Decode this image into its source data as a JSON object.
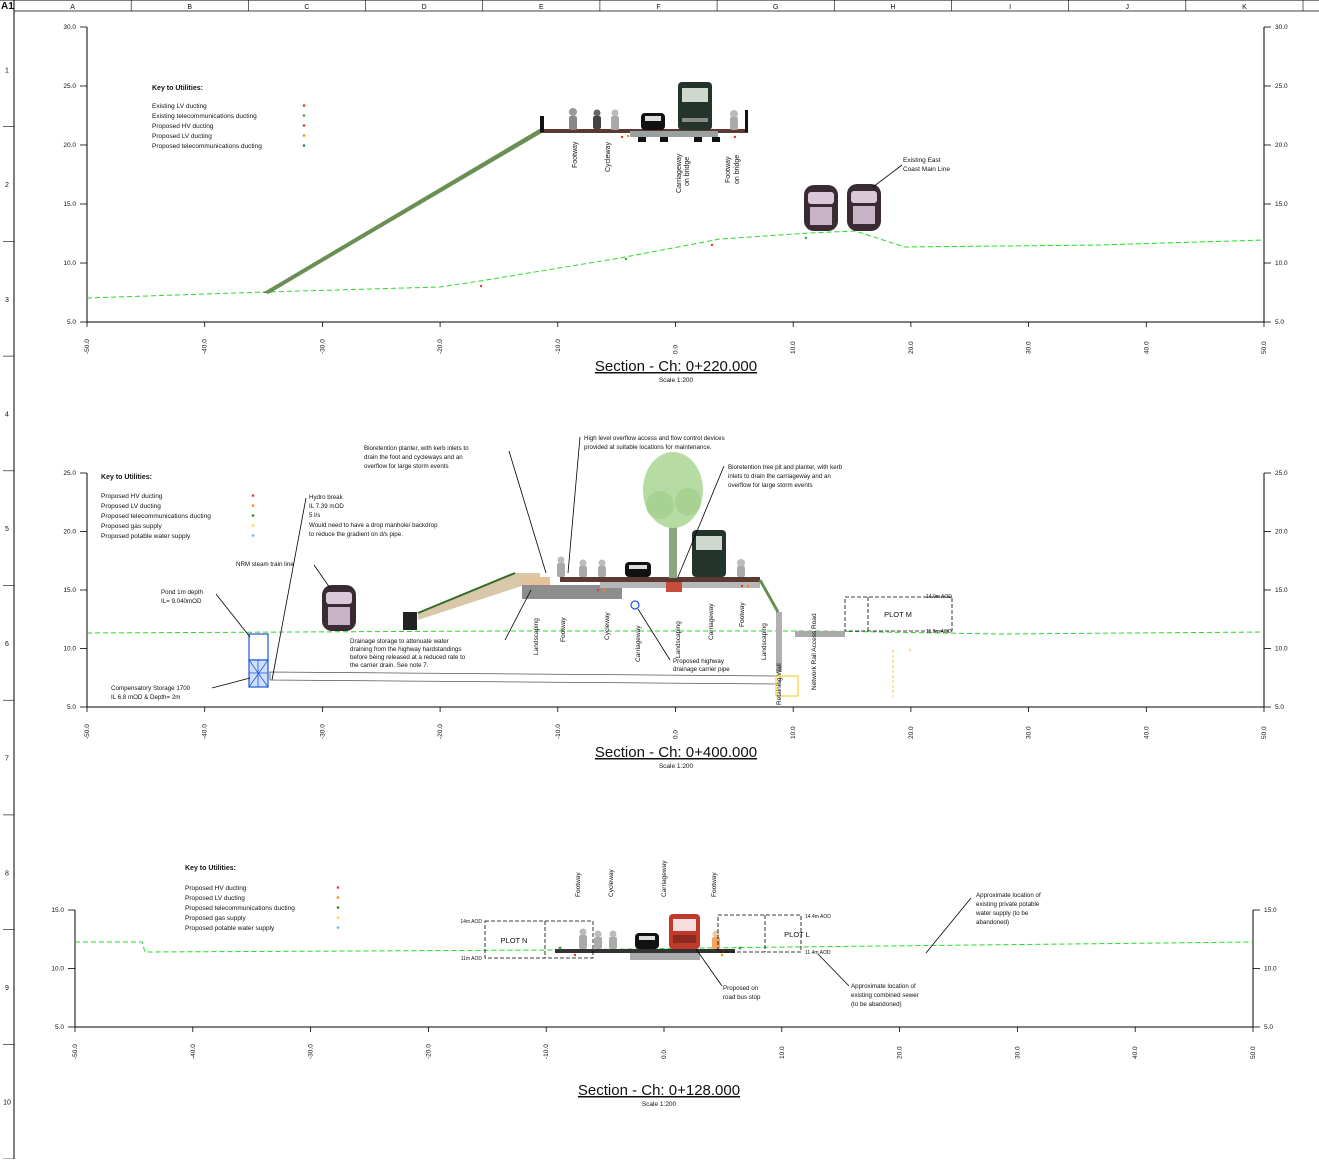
{
  "sheet": {
    "size_label": "A1",
    "columns": [
      "A",
      "B",
      "C",
      "D",
      "E",
      "F",
      "G",
      "H",
      "I",
      "J",
      "K"
    ],
    "rows": [
      "1",
      "2",
      "3",
      "4",
      "5",
      "6",
      "7",
      "8",
      "9",
      "10"
    ]
  },
  "sections": [
    {
      "title": "Section - Ch: 0+220.000",
      "scale": "Scale 1:200",
      "y_ticks": [
        "30.0",
        "25.0",
        "20.0",
        "15.0",
        "10.0",
        "5.0"
      ],
      "x_ticks": [
        "-50.0",
        "-40.0",
        "-30.0",
        "-20.0",
        "-10.0",
        "0.0",
        "10.0",
        "20.0",
        "30.0",
        "40.0",
        "50.0"
      ],
      "key": {
        "title": "Key to Utilities:",
        "items": [
          {
            "label": "Existing LV ducting",
            "color": "#e53935"
          },
          {
            "label": "Existing telecommunications ducting",
            "color": "#43a047"
          },
          {
            "label": "Proposed HV ducting",
            "color": "#e53935"
          },
          {
            "label": "Proposed LV ducting",
            "color": "#fb8c00"
          },
          {
            "label": "Proposed telecommunications ducting",
            "color": "#2e7d32"
          }
        ]
      },
      "labels": {
        "footway": "Footway",
        "cycleway": "Cycleway",
        "carriageway": [
          "Carriageway",
          "on bridge"
        ],
        "footway_bridge": [
          "Footway",
          "on bridge"
        ],
        "ecml": [
          "Existing East",
          "Coast Main Line"
        ]
      }
    },
    {
      "title": "Section - Ch: 0+400.000",
      "scale": "Scale 1:200",
      "y_ticks": [
        "25.0",
        "20.0",
        "15.0",
        "10.0",
        "5.0"
      ],
      "x_ticks": [
        "-50.0",
        "-40.0",
        "-30.0",
        "-20.0",
        "-10.0",
        "0.0",
        "10.0",
        "20.0",
        "30.0",
        "40.0",
        "50.0"
      ],
      "key": {
        "title": "Key to Utilities:",
        "items": [
          {
            "label": "Proposed HV ducting",
            "color": "#e53935"
          },
          {
            "label": "Proposed LV ducting",
            "color": "#fb8c00"
          },
          {
            "label": "Proposed telecommunications ducting",
            "color": "#2e7d32"
          },
          {
            "label": "Proposed gas supply",
            "color": "#fdd835"
          },
          {
            "label": "Proposed potable water supply",
            "color": "#4fc3f7"
          }
        ]
      },
      "annotations": {
        "bioretention_planter": [
          "Bioretention planter, with kerb inlets to",
          "drain the foot and cycleways and an",
          "overflow for large storm events"
        ],
        "high_level": [
          "High level overflow access and flow control devices",
          "provided at suitable locations for maintenance."
        ],
        "tree_pit": [
          "Bioretention tree pit and planter, with kerb",
          "inlets to drain the carriageway and an",
          "overflow for large storm events"
        ],
        "hydro_break": [
          "Hydro break",
          "IL 7.39 mOD",
          "5 l/s",
          "Would need to have a drop manhole/ backdrop",
          "to reduce the gradient on d/s pipe."
        ],
        "nrm": "NRM steam train line",
        "pond": [
          "Pond 1m depth",
          "IL= 9.040mOD"
        ],
        "drainage_storage": [
          "Drainage storage to attenuate water",
          "draining from the highway hardstandings",
          "before being released at a reduced rate to",
          "the carrier drain.  See note 7."
        ],
        "compensatory": [
          "Compensatory Storage 1700",
          "IL 6.8 mOD & Depth= 2m"
        ],
        "carrier_pipe": [
          "Proposed highway",
          "drainage carrier pipe"
        ],
        "plot": "PLOT M",
        "level_top": "14.9m AOD",
        "level_bottom": "11.9m AOD",
        "vertical_labels": [
          "Landscaping",
          "Footway",
          "Cycleway",
          "Carriageway",
          "Landscaping",
          "Carriageway",
          "Footway",
          "Landscaping",
          "Retaining Wall",
          "Network Rail Access Road"
        ]
      }
    },
    {
      "title": "Section - Ch: 0+128.000",
      "scale": "Scale 1:200",
      "y_ticks": [
        "15.0",
        "10.0",
        "5.0"
      ],
      "x_ticks": [
        "-50.0",
        "-40.0",
        "-30.0",
        "-20.0",
        "-10.0",
        "0.0",
        "10.0",
        "20.0",
        "30.0",
        "40.0",
        "50.0"
      ],
      "key": {
        "title": "Key to Utilities:",
        "items": [
          {
            "label": "Proposed HV ducting",
            "color": "#e53935"
          },
          {
            "label": "Proposed LV ducting",
            "color": "#fb8c00"
          },
          {
            "label": "Proposed telecommunications ducting",
            "color": "#2e7d32"
          },
          {
            "label": "Proposed gas supply",
            "color": "#fdd835"
          },
          {
            "label": "Proposed potable water supply",
            "color": "#4fc3f7"
          }
        ]
      },
      "annotations": {
        "plot_n": "PLOT N",
        "plot_l": "PLOT L",
        "n_top": "14m AOD",
        "n_bottom": "11m AOD",
        "l_top": "14.4m AOD",
        "l_bottom": "11.4m AOD",
        "vertical_labels": [
          "Footway",
          "Cycleway",
          "Carriageway",
          "Footway"
        ],
        "bus_stop": [
          "Proposed on",
          "road bus stop"
        ],
        "combined_sewer": [
          "Approximate location of",
          "existing combined sewer",
          "(to be abandoned)"
        ],
        "water_supply": [
          "Approximate location of",
          "existing private potable",
          "water supply (to be",
          "abandoned)"
        ]
      }
    }
  ]
}
